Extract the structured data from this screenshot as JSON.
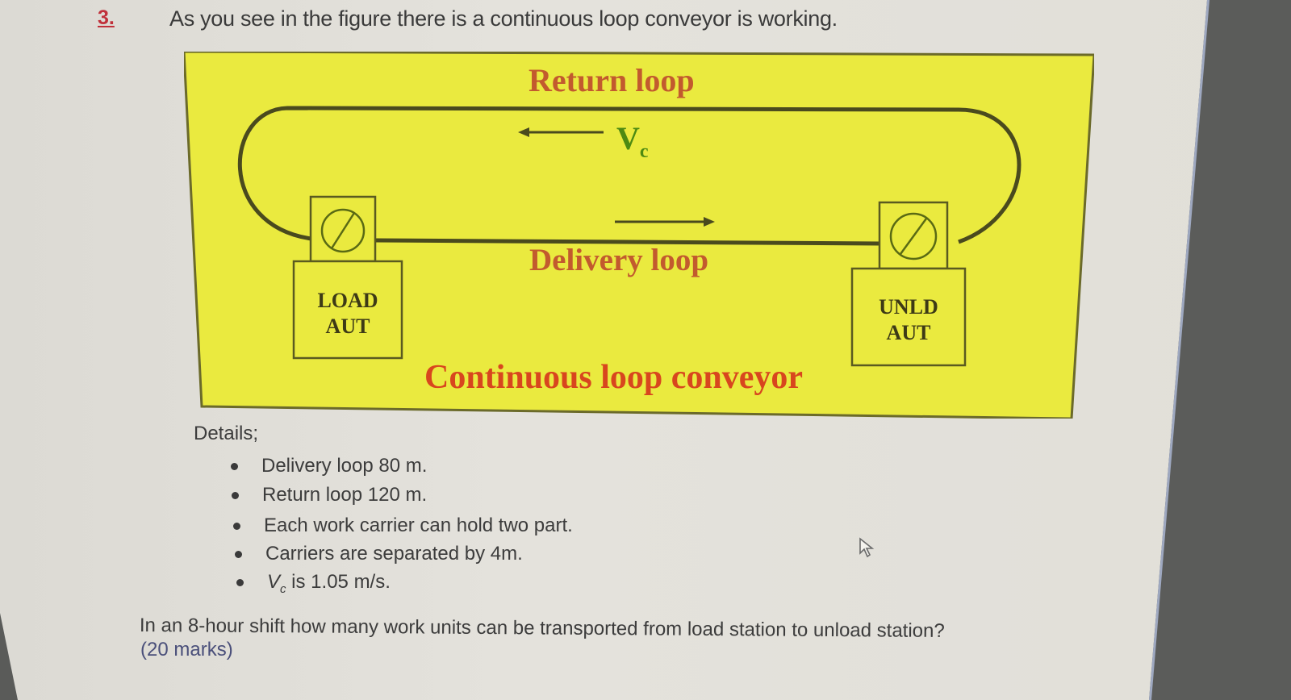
{
  "question": {
    "number": "3.",
    "intro": "As you see in the figure there is a continuous loop conveyor is working.",
    "prompt": "In an 8-hour shift how many work units can be transported from load station to unload station?",
    "marks": "(20 marks)"
  },
  "diagram": {
    "return_loop_label": "Return loop",
    "velocity_label": "V",
    "velocity_subscript": "c",
    "delivery_loop_label": "Delivery loop",
    "caption": "Continuous loop conveyor",
    "load_station": {
      "line1": "LOAD",
      "line2": "AUT"
    },
    "unload_station": {
      "line1": "UNLD",
      "line2": "AUT"
    },
    "colors": {
      "background": "#eaea3f",
      "border": "#6b6a2a",
      "loop_line": "#4a4a1e",
      "label_orange": "#c25a2e",
      "caption_orange": "#d8461e",
      "velocity_green": "#4d8a12"
    }
  },
  "details": {
    "title": "Details;",
    "items": [
      {
        "text": "Delivery loop 80 m."
      },
      {
        "text": "Return loop 120 m."
      },
      {
        "text": "Each work carrier can hold two part."
      },
      {
        "text": "Carriers are separated by 4m."
      },
      {
        "prefix": "V",
        "subscript": "c",
        "text": " is 1.05 m/s."
      }
    ]
  },
  "colors": {
    "question_number": "#c0303a",
    "body_text": "#3c3c3c",
    "marks_text": "#4a4f7a",
    "page": "#e1dfd8",
    "bezel": "#5b5c5a"
  }
}
